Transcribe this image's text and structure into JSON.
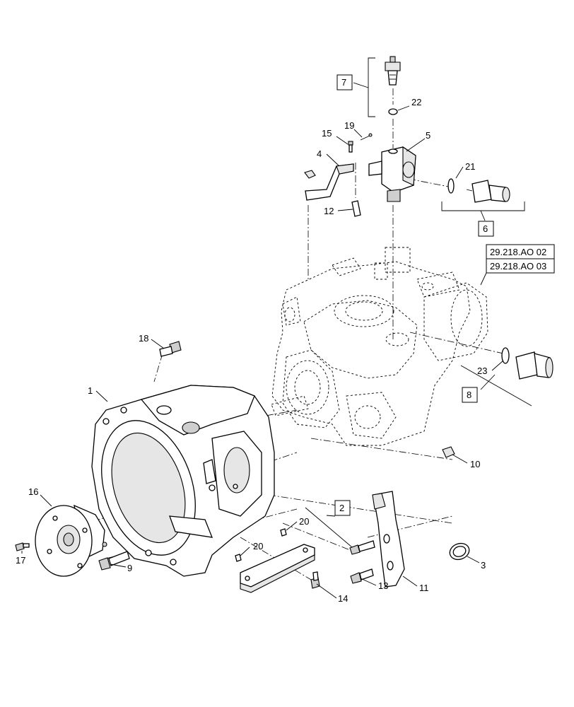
{
  "callouts": {
    "c1": "1",
    "c2": "2",
    "c3": "3",
    "c4": "4",
    "c5": "5",
    "c6": "6",
    "c7": "7",
    "c8": "8",
    "c9": "9",
    "c10": "10",
    "c11": "11",
    "c12": "12",
    "c13": "13",
    "c14": "14",
    "c15": "15",
    "c16": "16",
    "c17": "17",
    "c18": "18",
    "c19": "19",
    "c20a": "20",
    "c20b": "20",
    "c21": "21",
    "c22": "22",
    "c23": "23"
  },
  "references": {
    "ref1": "29.218.AO 02",
    "ref2": "29.218.AO 03"
  }
}
